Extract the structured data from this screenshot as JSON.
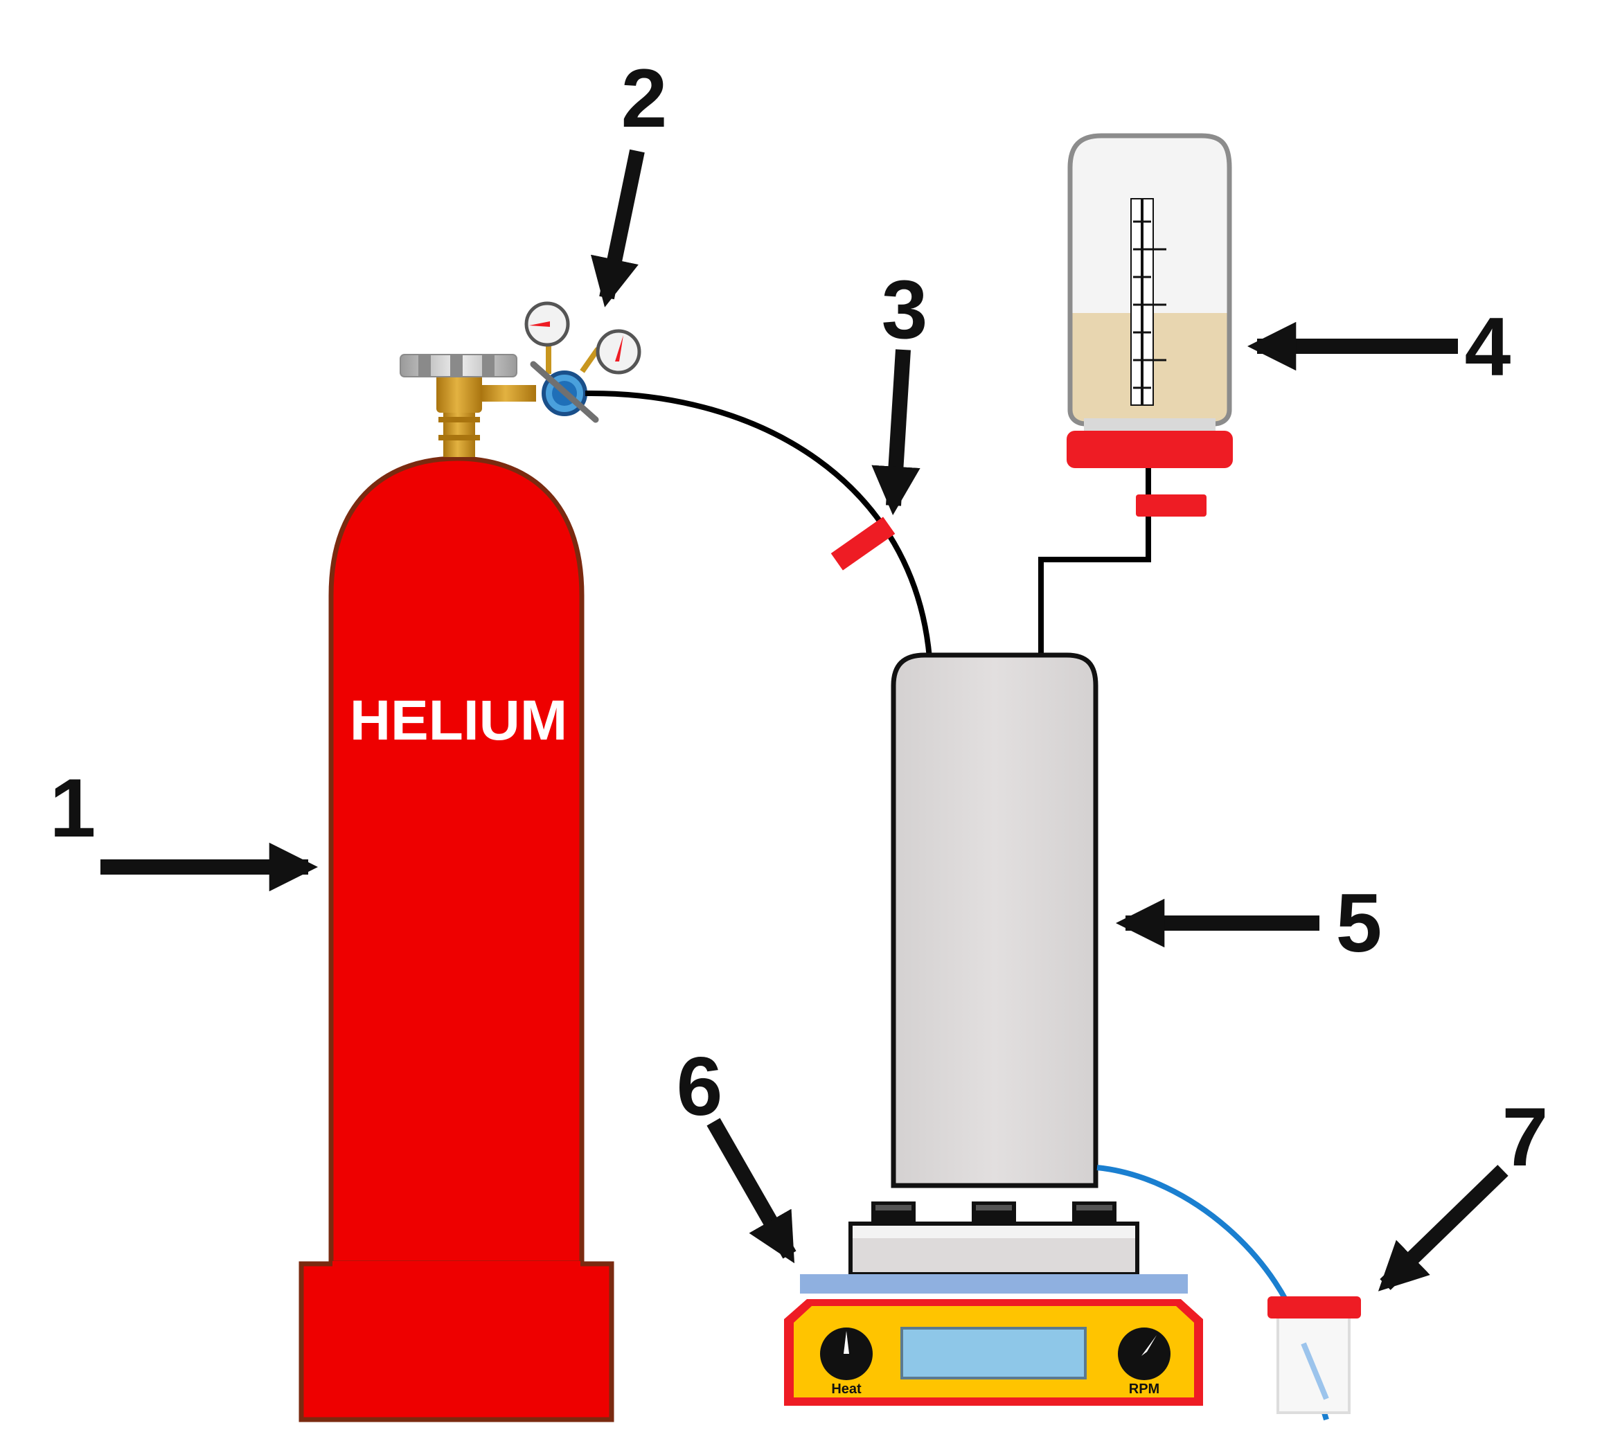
{
  "cylinder": {
    "label": "HELIUM",
    "color": "#ee0000",
    "outline": "#7a2a10"
  },
  "stirrer": {
    "knob_left_label": "Heat",
    "knob_right_label": "RPM",
    "body_color": "#ffc400",
    "frame_color": "#ee1c24",
    "display_color": "#8ec7e8"
  },
  "column": {
    "color": "#dddada"
  },
  "reservoir": {
    "liquid_color": "#e8d6b0",
    "cap_color": "#ee1c24"
  },
  "tubing": {
    "gas_line_color": "#000000",
    "outlet_line_color": "#1a7fd0"
  },
  "callouts": {
    "c1": "1",
    "c2": "2",
    "c3": "3",
    "c4": "4",
    "c5": "5",
    "c6": "6",
    "c7": "7"
  }
}
